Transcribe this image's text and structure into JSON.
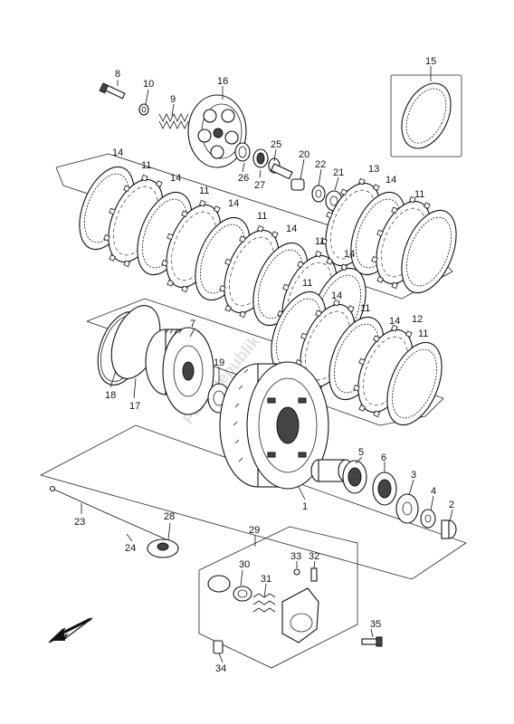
{
  "labels": {
    "p1": "1",
    "p2": "2",
    "p3": "3",
    "p4": "4",
    "p5": "5",
    "p6": "6",
    "p7": "7",
    "p8": "8",
    "p9": "9",
    "p10": "10",
    "p11": "11",
    "p12": "12",
    "p13": "13",
    "p14": "14",
    "p15": "15",
    "p16": "16",
    "p17": "17",
    "p18": "18",
    "p19": "19",
    "p20": "20",
    "p21": "21",
    "p22": "22",
    "p23": "23",
    "p24": "24",
    "p25": "25",
    "p26": "26",
    "p27": "27",
    "p28": "28",
    "p29": "29",
    "p30": "30",
    "p31": "31",
    "p32": "32",
    "p33": "33",
    "p34": "34",
    "p35": "35"
  },
  "watermark": "PartsRepublik"
}
